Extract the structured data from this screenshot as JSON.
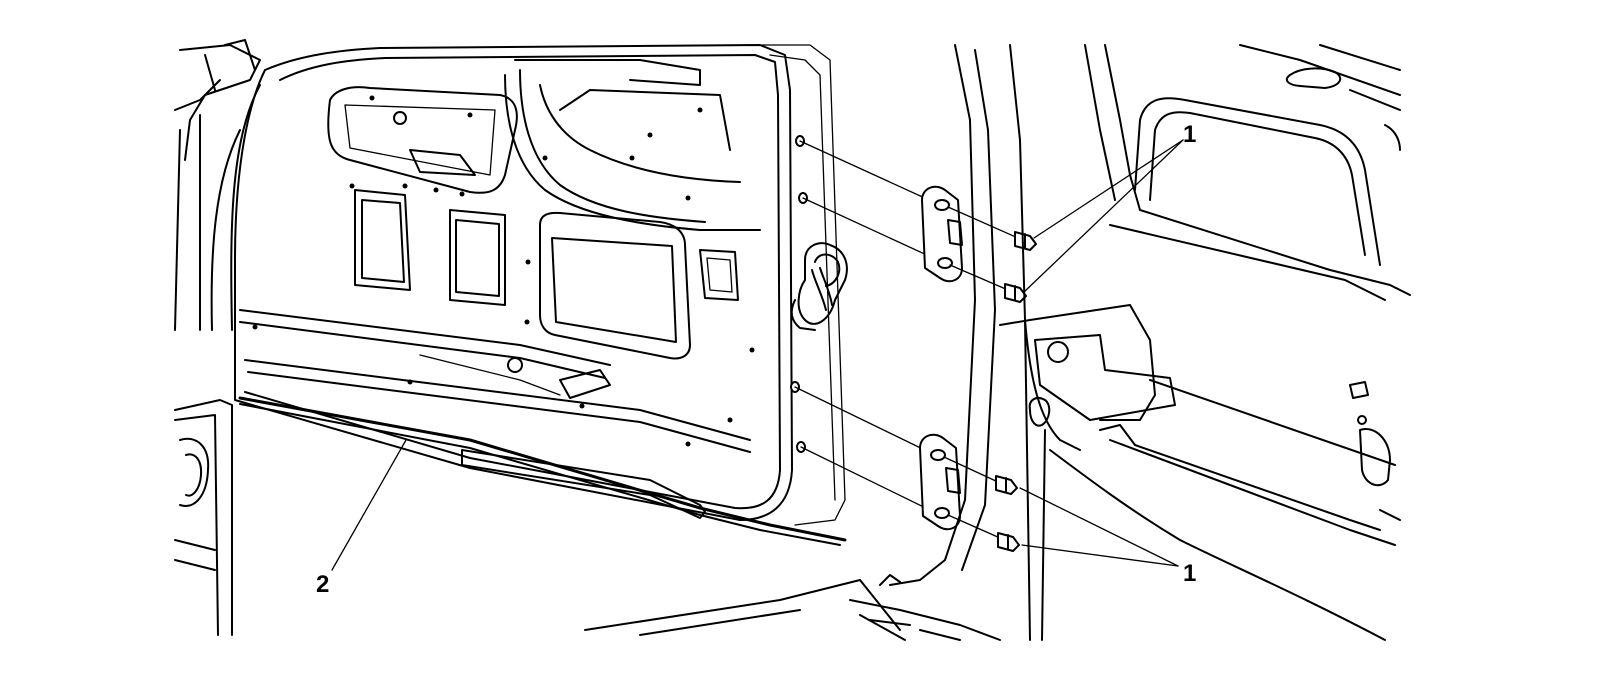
{
  "callouts": [
    {
      "id": "bolt-upper",
      "label": "1"
    },
    {
      "id": "bolt-lower",
      "label": "1"
    },
    {
      "id": "weatherstrip",
      "label": "2"
    }
  ]
}
